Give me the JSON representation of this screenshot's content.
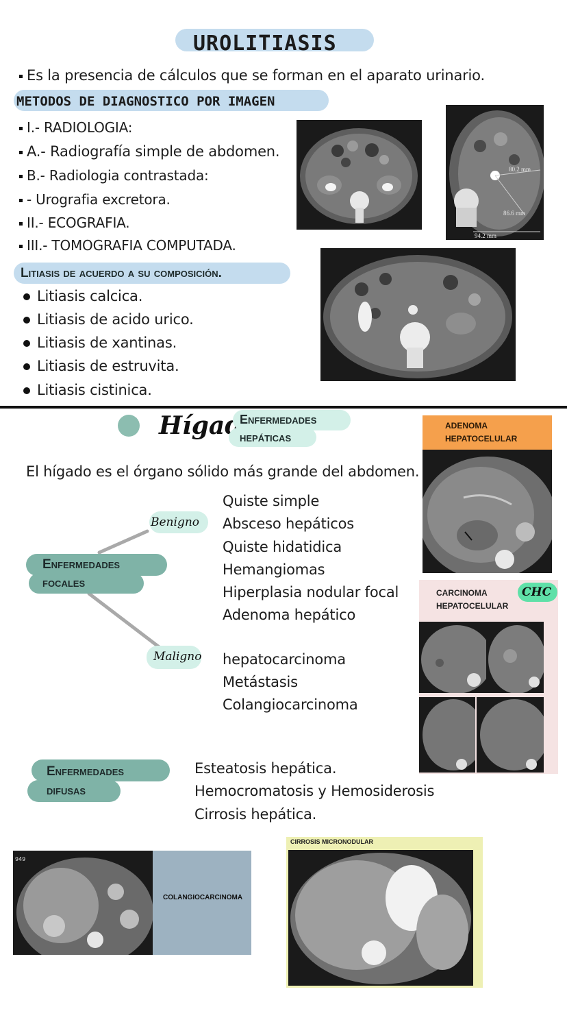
{
  "urolitiasis": {
    "title": "UROLITIASIS",
    "definition": "Es la presencia de cálculos que se forman en el  aparato urinario.",
    "methods_heading": "METODOS DE DIAGNOSTICO POR IMAGEN",
    "methods": [
      "I.- RADIOLOGIA:",
      "A.- Radiografía simple de abdomen.",
      "B.- Radiologia contrastada:",
      "- Urografia excretora.",
      "II.- ECOGRAFIA.",
      "III.- TOMOGRAFIA COMPUTADA."
    ],
    "composition_heading": "Litiasis de acuerdo a su composición.",
    "composition": [
      "Litiasis calcica.",
      "Litiasis de acido urico.",
      "Litiasis de xantinas.",
      "Litiasis de estruvita.",
      "Litiasis cistinica."
    ],
    "ct_measurements": [
      "80.2 mm",
      "86.6 mm",
      "94.2 mm"
    ]
  },
  "higado": {
    "title": "Hígado",
    "subtitle_line1": "Enfermedades",
    "subtitle_line2": "hepáticas",
    "definition": "El hígado es el órgano sólido más grande del abdomen.",
    "focal_line1": "Enfermedades",
    "focal_line2": "focales",
    "benigno_label": "Benigno",
    "maligno_label": "Maligno",
    "benign_list": [
      "Quiste simple",
      "Absceso hepáticos",
      "Quiste hidatidica",
      "Hemangiomas",
      "Hiperplasia nodular focal",
      "Adenoma hepático"
    ],
    "malignant_list": [
      "hepatocarcinoma",
      "Metástasis",
      "Colangiocarcinoma"
    ],
    "diffuse_line1": "Enfermedades",
    "diffuse_line2": "difusas",
    "diffuse_list": [
      "Esteatosis hepática.",
      "Hemocromatosis y Hemosiderosis",
      "Cirrosis hepática."
    ],
    "adenoma_caption_line1": "ADENOMA",
    "adenoma_caption_line2": "HEPATOCELULAR",
    "carcinoma_caption_line1": "CARCINOMA",
    "carcinoma_caption_line2": "HEPATOCELULAR",
    "chc_tag": "CHC",
    "colangio_caption": "COLANGIOCARCINOMA",
    "colangio_corner": "949",
    "cirrosis_caption": "CIRROSIS MICRONODULAR"
  },
  "colors": {
    "blue_pill": "#c4dcee",
    "teal_pill": "#7fb3a7",
    "mint_pill": "#d3f0e8",
    "orange": "#f5a04c",
    "pink_panel": "#f5e3e3",
    "yellow_frame": "#eef0b4",
    "slate_panel": "#9db2c1",
    "teal_dot": "#8cbdb0"
  }
}
